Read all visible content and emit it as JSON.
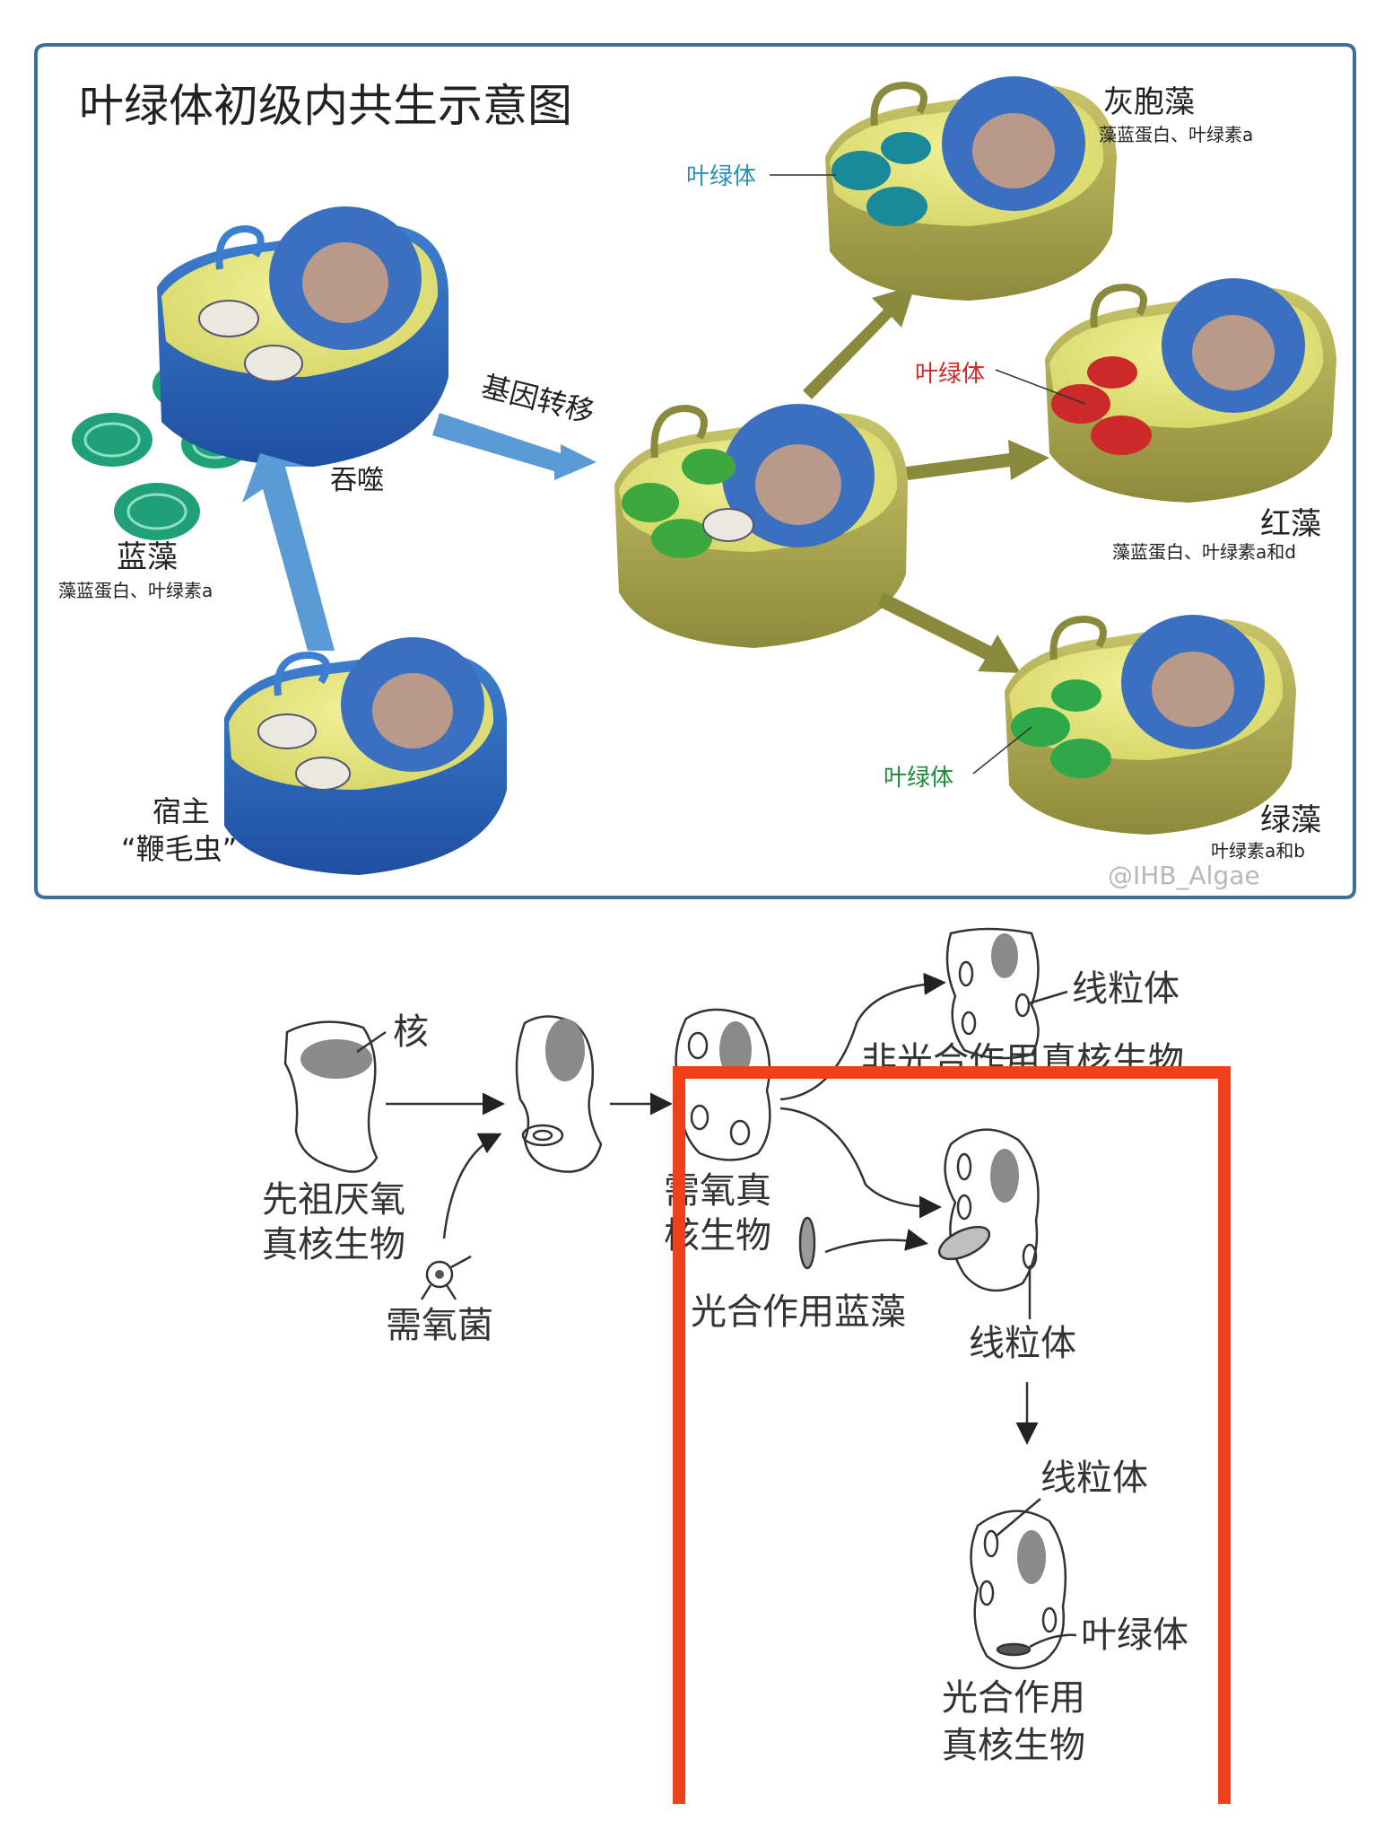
{
  "top_panel": {
    "title": "叶绿体初级内共生示意图",
    "arrow_gene_transfer": "基因转移",
    "arrow_engulf": "吞噬",
    "cyanobacteria": {
      "name": "蓝藻",
      "pigments": "藻蓝蛋白、叶绿素a"
    },
    "host": {
      "name": "宿主",
      "sub": "“鞭毛虫”"
    },
    "glaucophyte": {
      "name": "灰胞藻",
      "pigments": "藻蓝蛋白、叶绿素a",
      "chloroplast_label": "叶绿体"
    },
    "red_algae": {
      "name": "红藻",
      "pigments": "藻蓝蛋白、叶绿素a和d",
      "chloroplast_label": "叶绿体"
    },
    "green_algae": {
      "name": "绿藻",
      "pigments": "叶绿素a和b",
      "chloroplast_label": "叶绿体"
    },
    "watermark": "@IHB_Algae",
    "colors": {
      "border": "#3c6f9a",
      "blue_arrow": "#5b9bd5",
      "olive_arrow": "#8a8a3c",
      "glauco": "#1a8a9a",
      "red": "#cc2a2a",
      "green": "#2fa84a"
    }
  },
  "bottom_panel": {
    "nucleus": "核",
    "ancestor": [
      "先祖厌氧",
      "真核生物"
    ],
    "aerobe": "需氧菌",
    "aerobic_eukaryote": [
      "需氧真",
      "核生物"
    ],
    "mitochondrion_top": "线粒体",
    "non_photo": "非光合作用真核生物",
    "cyanobacterium": "光合作用蓝藻",
    "mitochondrion_mid": "线粒体",
    "mitochondrion_bottom": "线粒体",
    "chloroplast": "叶绿体",
    "photo_eukaryote": [
      "光合作用",
      "真核生物"
    ],
    "highlight_color": "#f0401a"
  }
}
